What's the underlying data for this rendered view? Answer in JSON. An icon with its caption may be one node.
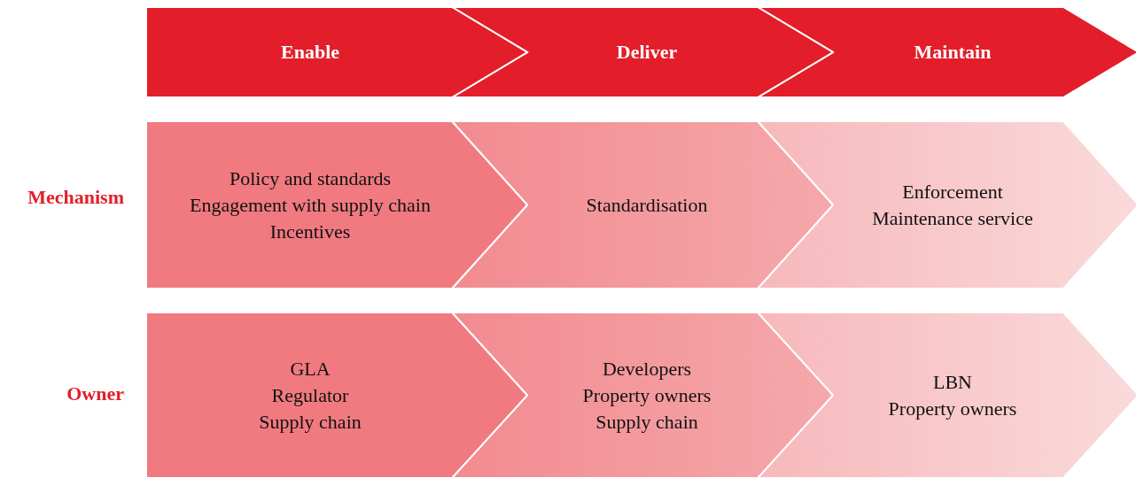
{
  "diagram": {
    "nodes": [
      {
        "text": [
          "Enable"
        ]
      },
      {
        "text": [
          "Deliver"
        ]
      },
      {
        "text": [
          "Maintain"
        ]
      },
      {
        "text": [
          "Policy and standards",
          "Engagement with supply chain",
          "Incentives"
        ]
      },
      {
        "text": [
          "Standardisation"
        ]
      },
      {
        "text": [
          "Enforcement",
          "Maintenance service"
        ]
      },
      {
        "text": [
          "GLA",
          "Regulator",
          "Supply chain"
        ]
      },
      {
        "text": [
          "Developers",
          "Property owners",
          "Supply chain"
        ]
      },
      {
        "text": [
          "LBN",
          "Property owners"
        ]
      }
    ],
    "labels": [
      "Mechanism",
      "Owner"
    ]
  }
}
